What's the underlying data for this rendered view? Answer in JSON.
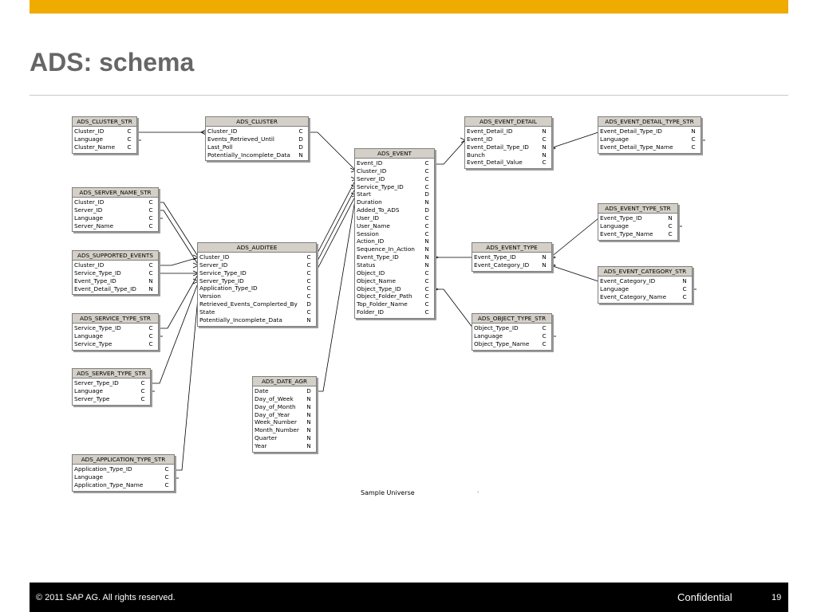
{
  "slide": {
    "title": "ADS: schema",
    "caption": "Sample Universe",
    "caption_mark": ".",
    "footer": {
      "copyright": "© 2011 SAP AG. All rights reserved.",
      "confidential": "Confidential",
      "page": "19"
    },
    "colors": {
      "accent_bar": "#f0ab00",
      "title": "#666666",
      "footer_bg": "#000000"
    }
  },
  "tables": {
    "ads_cluster_str": {
      "name": "ADS_CLUSTER_STR",
      "rows": [
        {
          "col": "Cluster_ID",
          "type": "C"
        },
        {
          "col": "Language",
          "type": "C"
        },
        {
          "col": "Cluster_Name",
          "type": "C"
        }
      ]
    },
    "ads_cluster": {
      "name": "ADS_CLUSTER",
      "rows": [
        {
          "col": "Cluster_ID",
          "type": "C"
        },
        {
          "col": "Events_Retrieved_Until",
          "type": "D"
        },
        {
          "col": "Last_Poll",
          "type": "D"
        },
        {
          "col": "Potentially_Incomplete_Data",
          "type": "N"
        }
      ]
    },
    "ads_server_name_str": {
      "name": "ADS_SERVER_NAME_STR",
      "rows": [
        {
          "col": "Cluster_ID",
          "type": "C"
        },
        {
          "col": "Server_ID",
          "type": "C"
        },
        {
          "col": "Language",
          "type": "C"
        },
        {
          "col": "Server_Name",
          "type": "C"
        }
      ]
    },
    "ads_supported_events": {
      "name": "ADS_SUPPORTED_EVENTS",
      "rows": [
        {
          "col": "Cluster_ID",
          "type": "C"
        },
        {
          "col": "Service_Type_ID",
          "type": "C"
        },
        {
          "col": "Event_Type_ID",
          "type": "N"
        },
        {
          "col": "Event_Detail_Type_ID",
          "type": "N"
        }
      ]
    },
    "ads_service_type_str": {
      "name": "ADS_SERVICE_TYPE_STR",
      "rows": [
        {
          "col": "Service_Type_ID",
          "type": "C"
        },
        {
          "col": "Language",
          "type": "C"
        },
        {
          "col": "Service_Type",
          "type": "C"
        }
      ]
    },
    "ads_server_type_str": {
      "name": "ADS_SERVER_TYPE_STR",
      "rows": [
        {
          "col": "Server_Type_ID",
          "type": "C"
        },
        {
          "col": "Language",
          "type": "C"
        },
        {
          "col": "Server_Type",
          "type": "C"
        }
      ]
    },
    "ads_application_type_str": {
      "name": "ADS_APPLICATION_TYPE_STR",
      "rows": [
        {
          "col": "Application_Type_ID",
          "type": "C"
        },
        {
          "col": "Language",
          "type": "C"
        },
        {
          "col": "Application_Type_Name",
          "type": "C"
        }
      ]
    },
    "ads_auditee": {
      "name": "ADS_AUDITEE",
      "rows": [
        {
          "col": "Cluster_ID",
          "type": "C"
        },
        {
          "col": "Server_ID",
          "type": "C"
        },
        {
          "col": "Service_Type_ID",
          "type": "C"
        },
        {
          "col": "Server_Type_ID",
          "type": "C"
        },
        {
          "col": "Application_Type_ID",
          "type": "C"
        },
        {
          "col": "Version",
          "type": "C"
        },
        {
          "col": "Retrieved_Events_Complerted_By",
          "type": "D"
        },
        {
          "col": "State",
          "type": "C"
        },
        {
          "col": "Potentially_Incomplete_Data",
          "type": "N"
        }
      ]
    },
    "ads_date_agr": {
      "name": "ADS_DATE_AGR",
      "rows": [
        {
          "col": "Date",
          "type": "D"
        },
        {
          "col": "Day_of_Week",
          "type": "N"
        },
        {
          "col": "Day_of_Month",
          "type": "N"
        },
        {
          "col": "Day_of_Year",
          "type": "N"
        },
        {
          "col": "Week_Number",
          "type": "N"
        },
        {
          "col": "Month_Number",
          "type": "N"
        },
        {
          "col": "Quarter",
          "type": "N"
        },
        {
          "col": "Year",
          "type": "N"
        }
      ]
    },
    "ads_event": {
      "name": "ADS_EVENT",
      "rows": [
        {
          "col": "Event_ID",
          "type": "C"
        },
        {
          "col": "Cluster_ID",
          "type": "C"
        },
        {
          "col": "Server_ID",
          "type": "C"
        },
        {
          "col": "Service_Type_ID",
          "type": "C"
        },
        {
          "col": "Start",
          "type": "D"
        },
        {
          "col": "Duration",
          "type": "N"
        },
        {
          "col": "Added_To_ADS",
          "type": "D"
        },
        {
          "col": "User_ID",
          "type": "C"
        },
        {
          "col": "User_Name",
          "type": "C"
        },
        {
          "col": "Session",
          "type": "C"
        },
        {
          "col": "Action_ID",
          "type": "N"
        },
        {
          "col": "Sequence_In_Action",
          "type": "N"
        },
        {
          "col": "Event_Type_ID",
          "type": "N"
        },
        {
          "col": "Status",
          "type": "N"
        },
        {
          "col": "Object_ID",
          "type": "C"
        },
        {
          "col": "Object_Name",
          "type": "C"
        },
        {
          "col": "Object_Type_ID",
          "type": "C"
        },
        {
          "col": "Object_Folder_Path",
          "type": "C"
        },
        {
          "col": "Top_Folder_Name",
          "type": "C"
        },
        {
          "col": "Folder_ID",
          "type": "C"
        }
      ]
    },
    "ads_event_detail": {
      "name": "ADS_EVENT_DETAIL",
      "rows": [
        {
          "col": "Event_Detail_ID",
          "type": "N"
        },
        {
          "col": "Event_ID",
          "type": "C"
        },
        {
          "col": "Event_Detail_Type_ID",
          "type": "N"
        },
        {
          "col": "Bunch",
          "type": "N"
        },
        {
          "col": "Event_Detail_Value",
          "type": "C"
        }
      ]
    },
    "ads_event_detail_type_str": {
      "name": "ADS_EVENT_DETAIL_TYPE_STR",
      "rows": [
        {
          "col": "Event_Detail_Type_ID",
          "type": "N"
        },
        {
          "col": "Language",
          "type": "C"
        },
        {
          "col": "Event_Detail_Type_Name",
          "type": "C"
        }
      ]
    },
    "ads_event_type_str": {
      "name": "ADS_EVENT_TYPE_STR",
      "rows": [
        {
          "col": "Event_Type_ID",
          "type": "N"
        },
        {
          "col": "Language",
          "type": "C"
        },
        {
          "col": "Event_Type_Name",
          "type": "C"
        }
      ]
    },
    "ads_event_type": {
      "name": "ADS_EVENT_TYPE",
      "rows": [
        {
          "col": "Event_Type_ID",
          "type": "N"
        },
        {
          "col": "Event_Category_ID",
          "type": "N"
        }
      ]
    },
    "ads_event_category_str": {
      "name": "ADS_EVENT_CATEGORY_STR",
      "rows": [
        {
          "col": "Event_Category_ID",
          "type": "N"
        },
        {
          "col": "Language",
          "type": "C"
        },
        {
          "col": "Event_Category_Name",
          "type": "C"
        }
      ]
    },
    "ads_object_type_str": {
      "name": "ADS_OBJECT_TYPE_STR",
      "rows": [
        {
          "col": "Object_Type_ID",
          "type": "C"
        },
        {
          "col": "Language",
          "type": "C"
        },
        {
          "col": "Object_Type_Name",
          "type": "C"
        }
      ]
    }
  }
}
